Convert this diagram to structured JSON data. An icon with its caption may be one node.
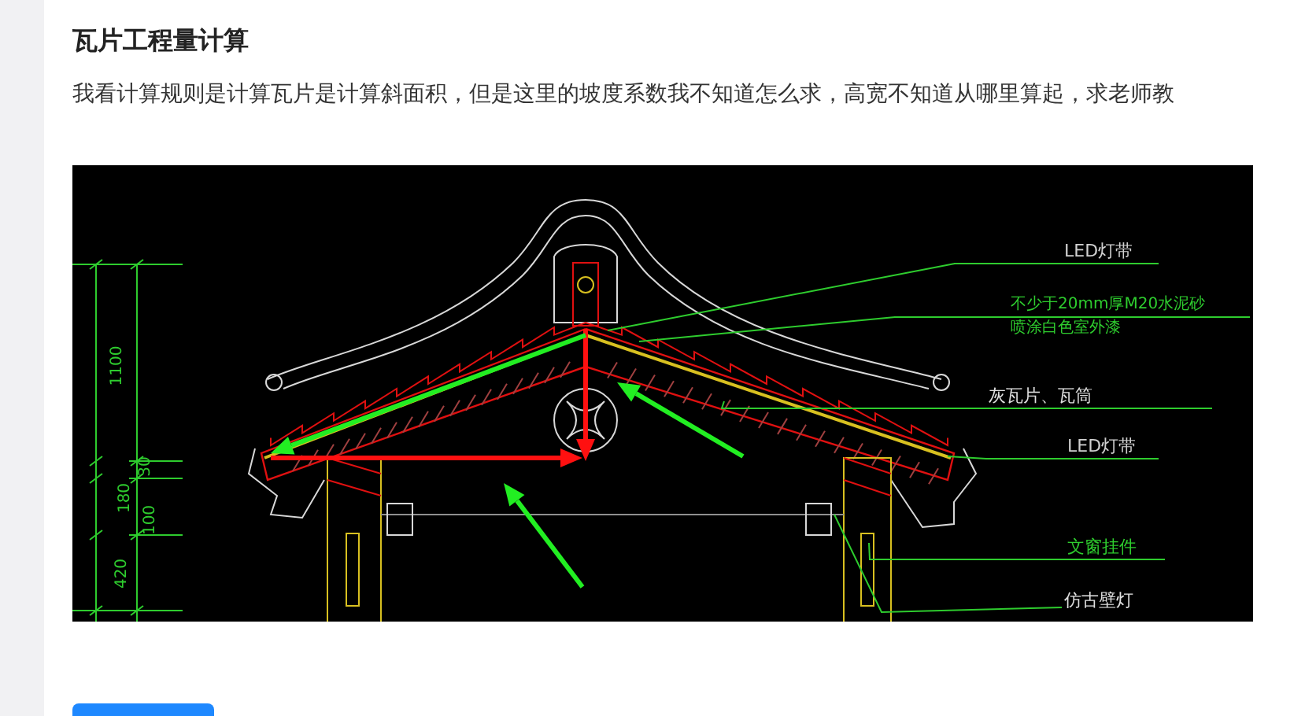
{
  "diagram": {
    "title": "瓦片工程量计算",
    "nodes": [
      {
        "text": [
          "LED灯带"
        ]
      },
      {
        "text": [
          "不少于20mm厚M20水泥砂",
          "喷涂白色室外漆"
        ]
      },
      {
        "text": [
          "灰瓦片、瓦筒"
        ]
      },
      {
        "text": [
          "LED灯带"
        ]
      },
      {
        "text": [
          "文窗挂件"
        ]
      },
      {
        "text": [
          "仿古壁灯"
        ]
      }
    ],
    "edges": [
      {
        "from": 0,
        "to": null,
        "arrow": "none"
      },
      {
        "from": 1,
        "to": null,
        "arrow": "none"
      },
      {
        "from": 2,
        "to": null,
        "arrow": "none"
      },
      {
        "from": 3,
        "to": null,
        "arrow": "none"
      },
      {
        "from": 4,
        "to": null,
        "arrow": "none"
      },
      {
        "from": 5,
        "to": null,
        "arrow": "none"
      }
    ],
    "labels": [
      "我看计算规则是计算瓦片是计算斜面积，但是这里的坡度系数我不知道怎么求，高宽不知道从哪里算起，求老师教",
      "1100",
      "30",
      "180",
      "100",
      "420"
    ]
  }
}
